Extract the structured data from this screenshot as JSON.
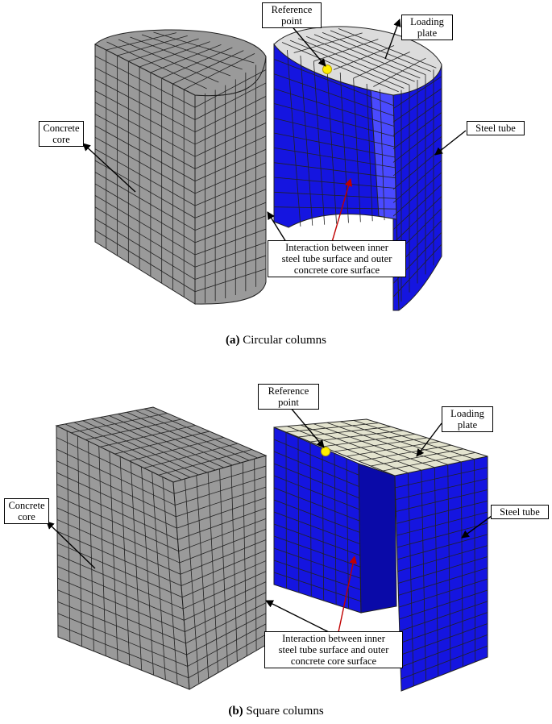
{
  "colors": {
    "concrete": "#9a9a9a",
    "concrete_dark": "#7a7a7a",
    "steel": "#1515e0",
    "steel_dark": "#0a0aa8",
    "steel_light": "#4a4aff",
    "plate_circular": "#dcdcdc",
    "plate_square": "#e4e4cf",
    "reference_point": "#ffee00",
    "interaction_arrow": "#c00000",
    "mesh_line": "#222222"
  },
  "panel_a": {
    "caption_tag": "(a)",
    "caption_text": "Circular columns",
    "labels": {
      "reference_point": [
        "Reference",
        "point"
      ],
      "loading_plate": [
        "Loading",
        "plate"
      ],
      "concrete_core": [
        "Concrete",
        "core"
      ],
      "steel_tube": [
        "Steel tube"
      ],
      "interaction": [
        "Interaction between inner",
        "steel tube surface and outer",
        "concrete core surface"
      ]
    }
  },
  "panel_b": {
    "caption_tag": "(b)",
    "caption_text": "Square columns",
    "labels": {
      "reference_point": [
        "Reference",
        "point"
      ],
      "loading_plate": [
        "Loading",
        "plate"
      ],
      "concrete_core": [
        "Concrete",
        "core"
      ],
      "steel_tube": [
        "Steel tube"
      ],
      "interaction": [
        "Interaction between inner",
        "steel tube surface and outer",
        "concrete core surface"
      ]
    }
  }
}
